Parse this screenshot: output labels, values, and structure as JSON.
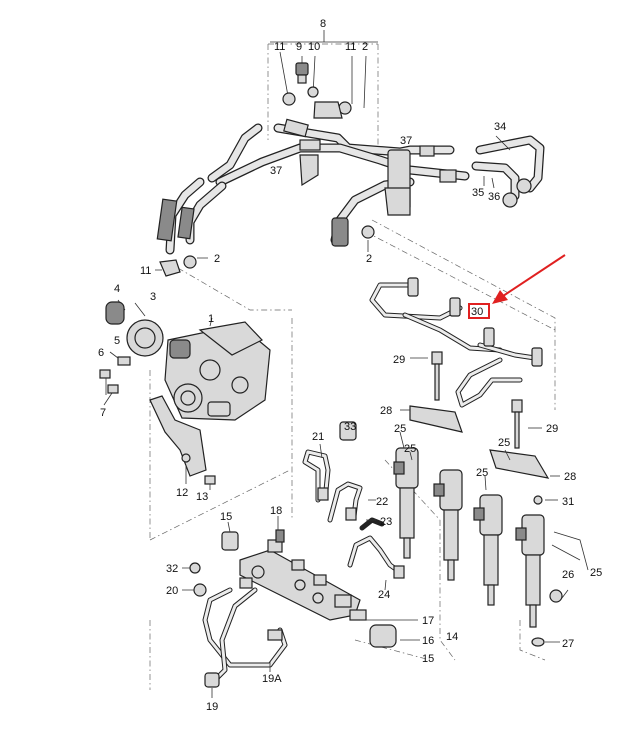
{
  "labels": {
    "l8": "8",
    "l11a": "11",
    "l9": "9",
    "l10": "10",
    "l11b": "11",
    "l2a": "2",
    "l37a": "37",
    "l34": "34",
    "l37b": "37",
    "l35": "35",
    "l36": "36",
    "l11c": "11",
    "l2b": "2",
    "l2c": "2",
    "l4": "4",
    "l3": "3",
    "l1": "1",
    "l5": "5",
    "l6": "6",
    "l7": "7",
    "l30": "30",
    "l29a": "29",
    "l28a": "28",
    "l33": "33",
    "l21": "21",
    "l25a": "25",
    "l25b": "25",
    "l25c": "25",
    "l25d": "25",
    "l29b": "29",
    "l28b": "28",
    "l31": "31",
    "l22": "22",
    "l23": "23",
    "l12": "12",
    "l13": "13",
    "l18": "18",
    "l15": "15",
    "l32": "32",
    "l20": "20",
    "l24": "24",
    "l26": "26",
    "l25e": "25",
    "l17": "17",
    "l16": "16",
    "l14": "14",
    "l15b": "15",
    "l27": "27",
    "l19A": "19A",
    "l19": "19"
  },
  "highlight": {
    "part": "30",
    "box_color": "#e02020",
    "arrow_color": "#e02020"
  },
  "colors": {
    "line": "#222222",
    "part_fill": "#d9d9d9",
    "background": "#ffffff"
  }
}
